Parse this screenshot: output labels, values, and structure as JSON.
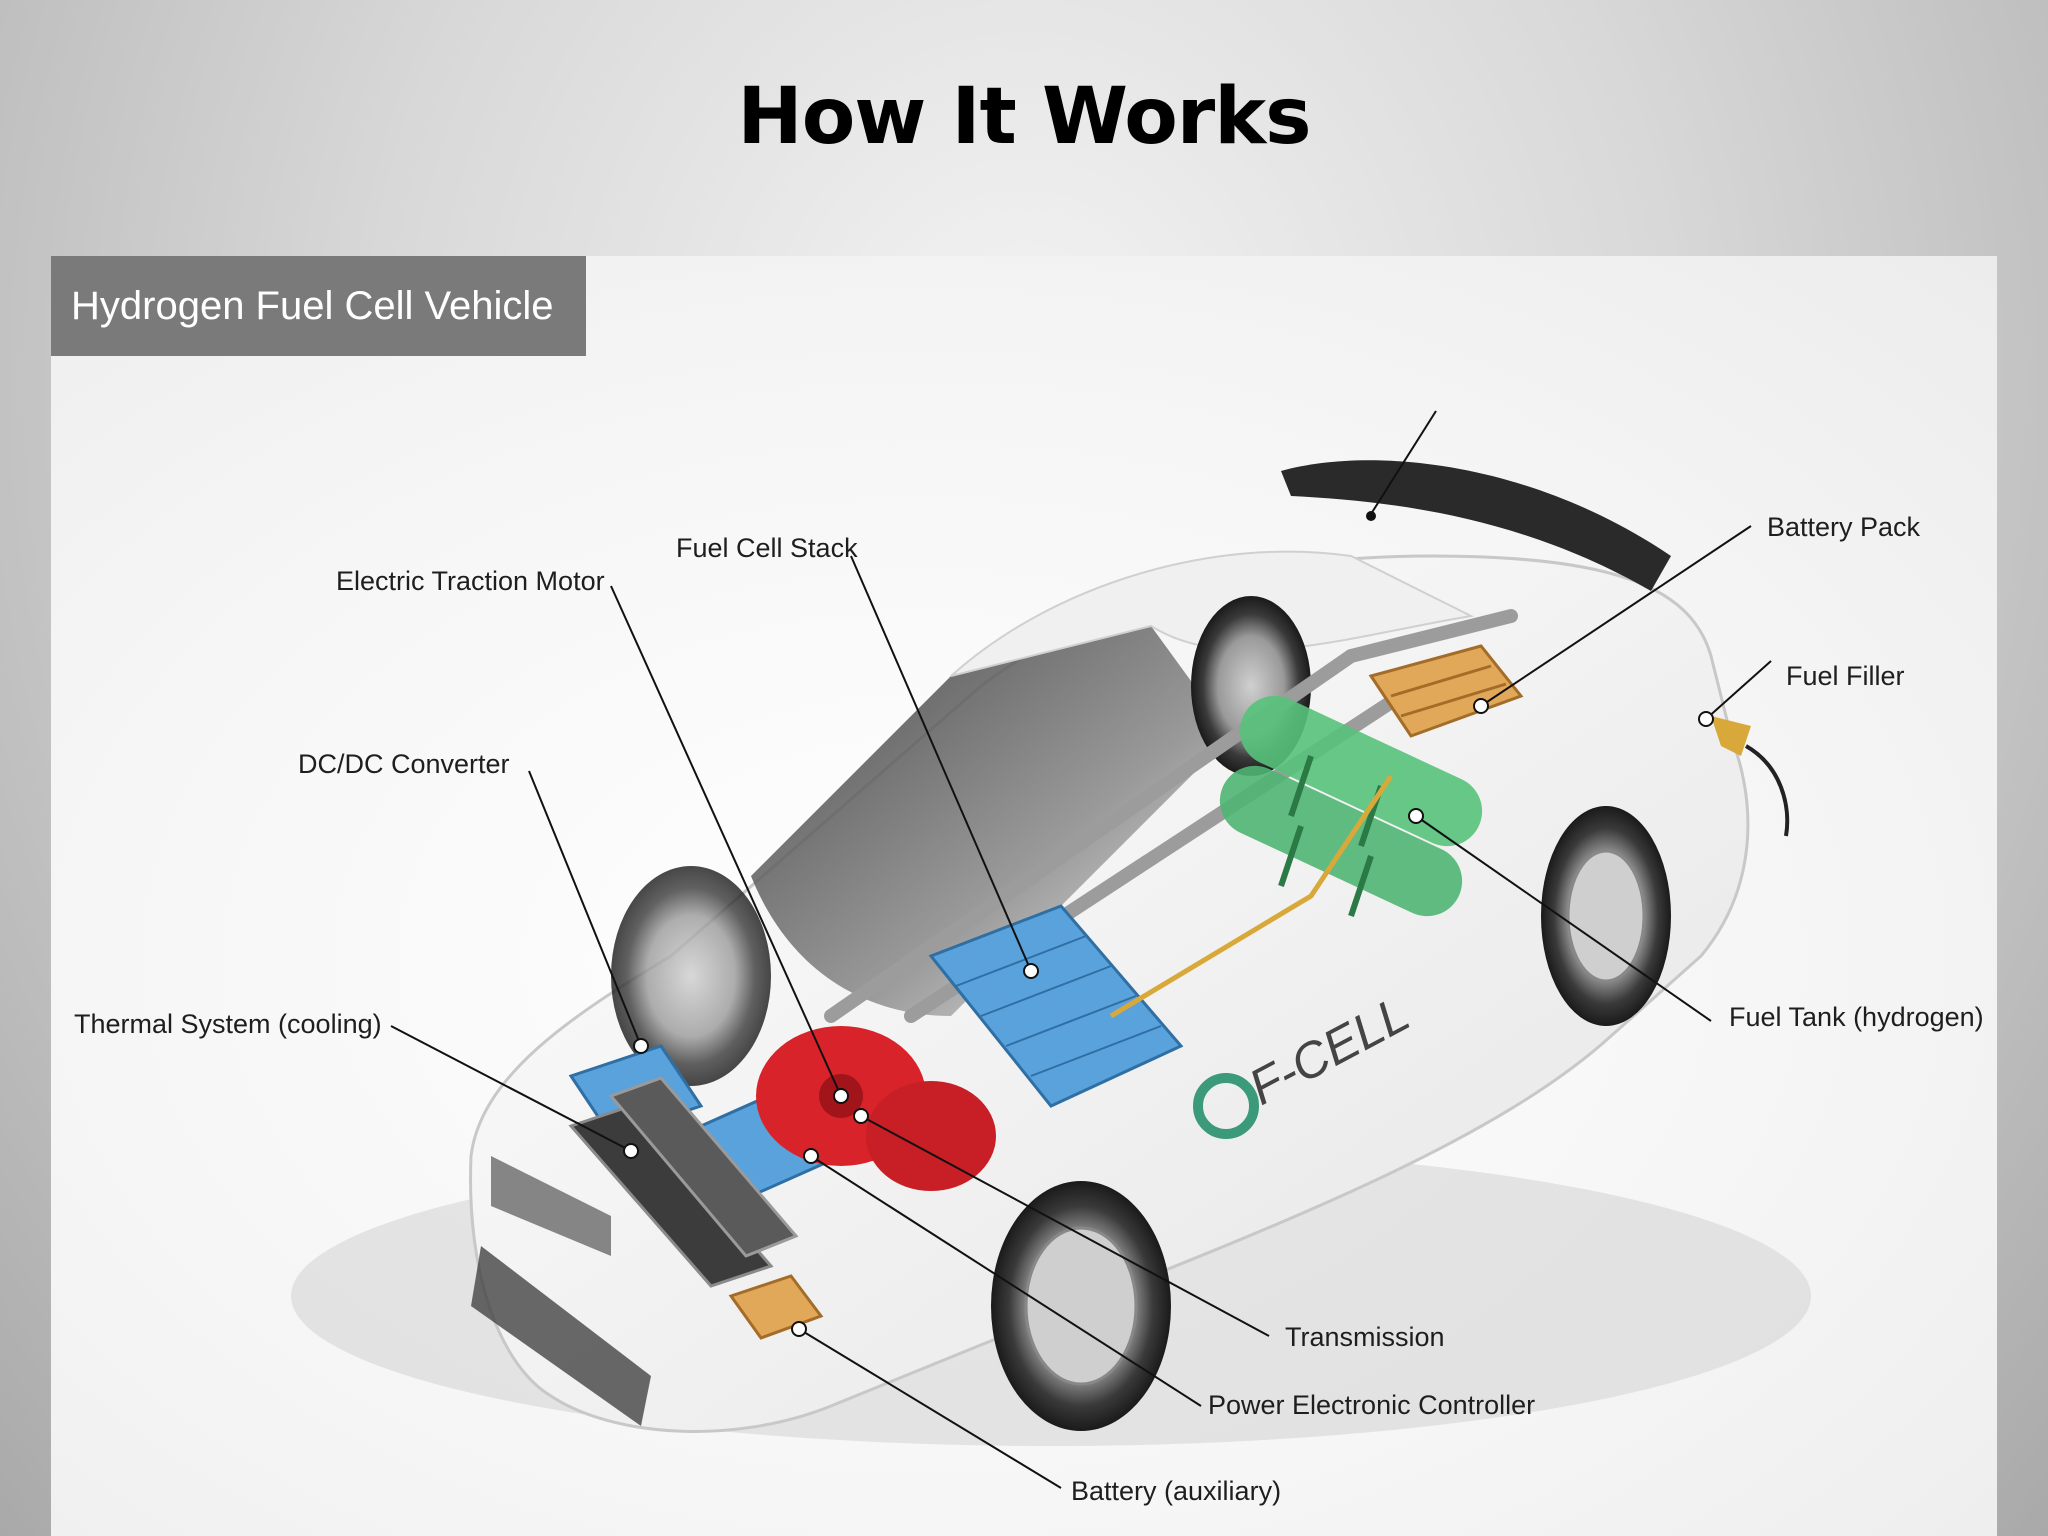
{
  "slide": {
    "title": "How It Works"
  },
  "diagram": {
    "header": "Hydrogen Fuel Cell Vehicle",
    "badge": "F-CELL",
    "labels": {
      "electric_traction_motor": "Electric Traction Motor",
      "fuel_cell_stack": "Fuel Cell Stack",
      "dc_dc_converter": "DC/DC Converter",
      "thermal_system": "Thermal System (cooling)",
      "battery_pack": "Battery Pack",
      "fuel_filler": "Fuel Filler",
      "fuel_tank": "Fuel Tank (hydrogen)",
      "transmission": "Transmission",
      "power_electronic_controller": "Power Electronic Controller",
      "battery_auxiliary": "Battery (auxiliary)"
    },
    "colors": {
      "header_bg": "#7a7a7a",
      "fuel_cell_blue": "#5aa2dc",
      "motor_red": "#d8232a",
      "tank_green": "#56c27a",
      "battery_orange": "#e2a85a"
    }
  }
}
